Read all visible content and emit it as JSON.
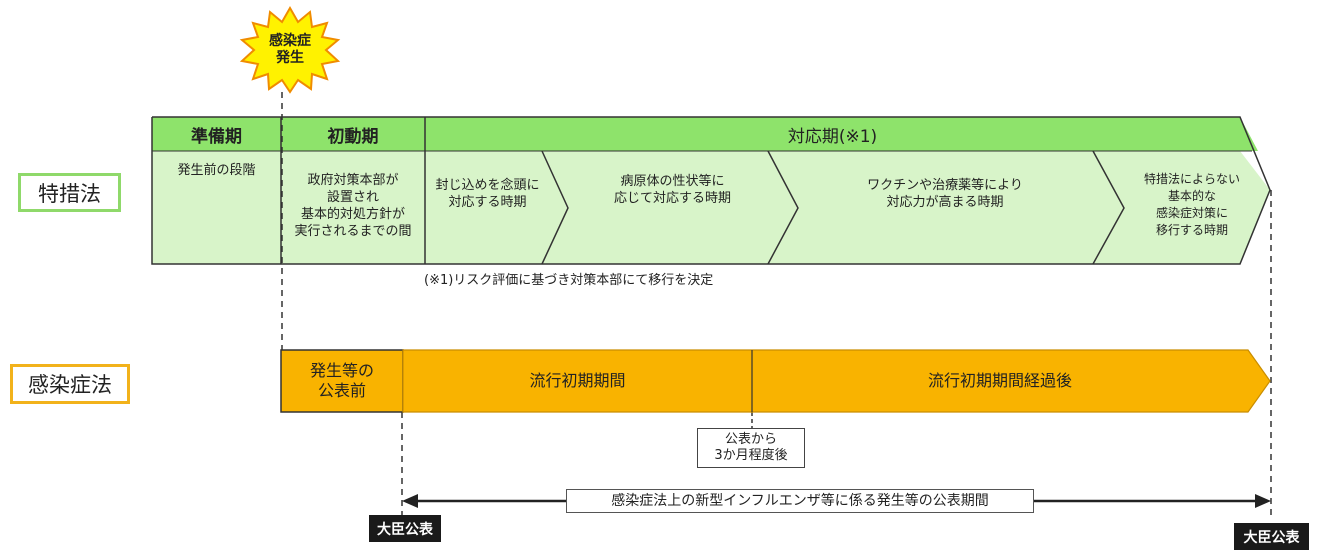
{
  "starburst": {
    "line1": "感染症",
    "line2": "発生"
  },
  "rows": {
    "tokusoho": {
      "label": "特措法",
      "border_color": "#8fd96a"
    },
    "kansenshoho": {
      "label": "感染症法",
      "border_color": "#f2b21b"
    }
  },
  "tokusoho_periods": {
    "preparation": {
      "header": "準備期",
      "body": "発生前の段階"
    },
    "initial": {
      "header": "初動期",
      "body": "政府対策本部が\n設置され\n基本的対処方針が\n実行されるまでの間"
    },
    "response": {
      "header": "対応期(※1)",
      "phases": [
        "封じ込めを念頭に\n対応する時期",
        "病原体の性状等に\n応じて対応する時期",
        "ワクチンや治療薬等により\n対応力が高まる時期",
        "特措法によらない\n基本的な\n感染症対策に\n移行する時期"
      ]
    }
  },
  "footnote": "(※1)リスク評価に基づき対策本部にて移行を決定",
  "kansenshoho_periods": {
    "before_announce": "発生等の\n公表前",
    "early": "流行初期期間",
    "after_early": "流行初期期間経過後"
  },
  "transition_note": "公表から\n3か月程度後",
  "announcement_period": "感染症法上の新型インフルエンザ等に係る発生等の公表期間",
  "minister_tag_left": "大臣公表",
  "minister_tag_right": "大臣公表",
  "colors": {
    "green_header": "#8ee36b",
    "green_body": "#d8f4c9",
    "orange": "#f9b300",
    "orange_border": "#c98d00",
    "star_fill": "#fff200",
    "star_stroke": "#f08c00"
  }
}
